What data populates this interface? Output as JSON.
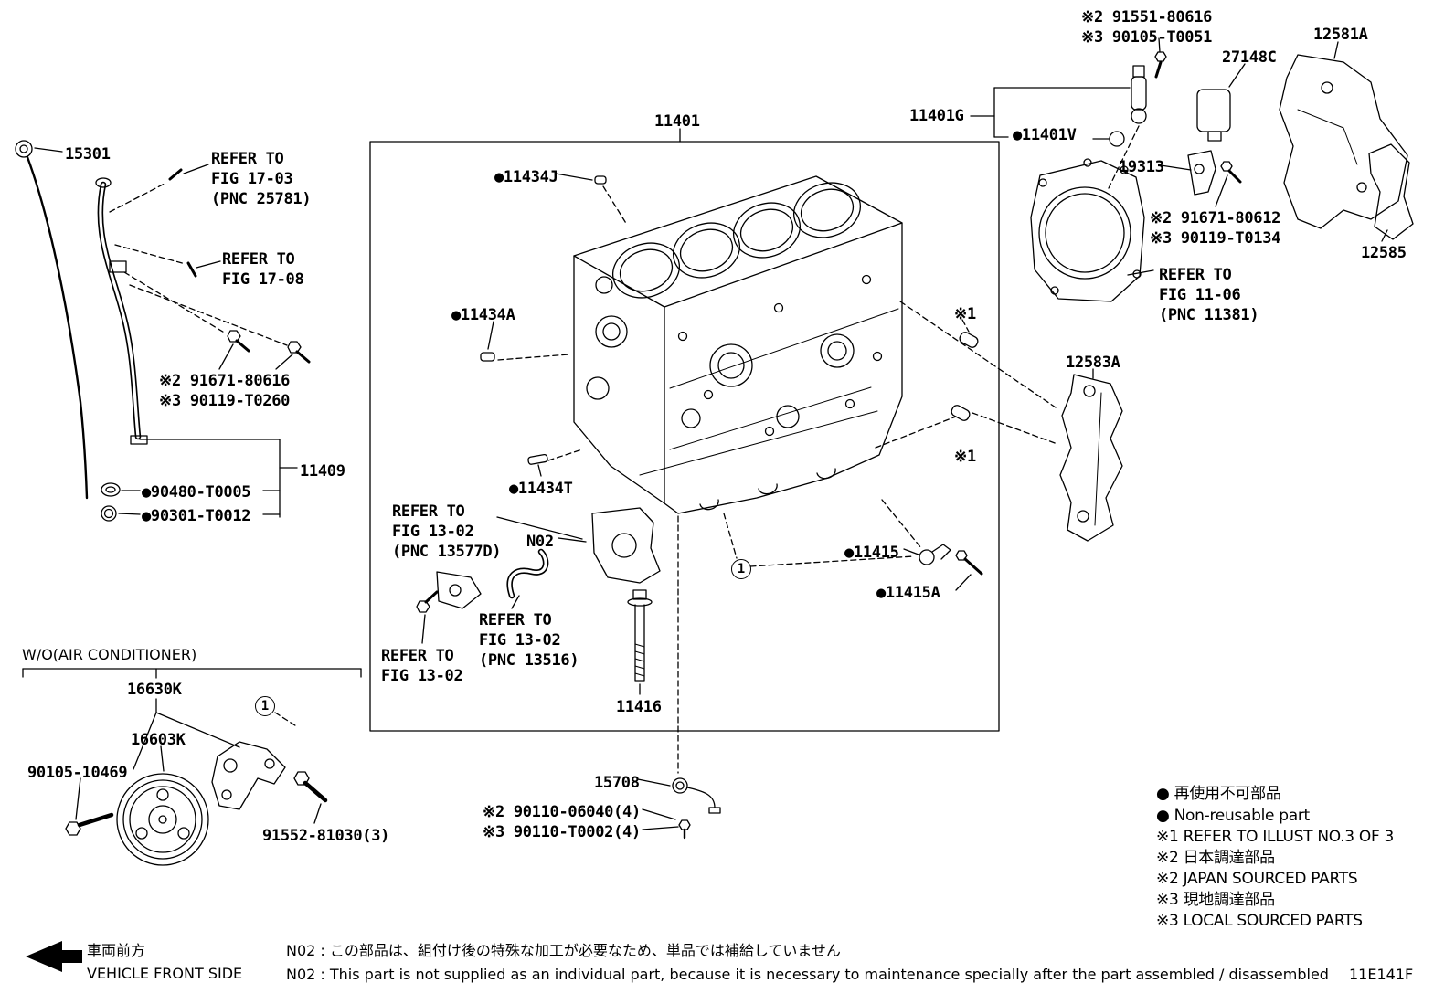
{
  "labels": {
    "ref_91551": "※2 91551-80616\n※3 90105-T0051",
    "p27148C": "27148C",
    "p12581A": "12581A",
    "p11401": "11401",
    "p11401G": "11401G",
    "p11401V": "●11401V",
    "p19313": "19313",
    "ref_91671_t0134": "※2 91671-80612\n※3 90119-T0134",
    "p12585": "12585",
    "ref_fig1106": "REFER TO\nFIG 11-06\n(PNC 11381)",
    "p15301": "15301",
    "ref_fig1703": "REFER TO\nFIG 17-03\n(PNC 25781)",
    "ref_fig1708": "REFER TO\nFIG 17-08",
    "p11434J": "●11434J",
    "p11434A": "●11434A",
    "ref_91671_t0260": "※2 91671-80616\n※3 90119-T0260",
    "p11409": "11409",
    "p90480": "●90480-T0005",
    "p90301": "●90301-T0012",
    "p11434T": "●11434T",
    "ref_fig1302_13577D": "REFER TO\nFIG 13-02\n(PNC 13577D)",
    "n02": "N02",
    "star1": "※1",
    "p12583A": "12583A",
    "p11415": "●11415",
    "p11415A": "●11415A",
    "ref_fig1302_13516": "REFER TO\nFIG 13-02\n(PNC 13516)",
    "ref_fig1302": "REFER TO\nFIG 13-02",
    "p11416": "11416",
    "wo_ac": "W/O(AIR CONDITIONER)",
    "p16630K": "16630K",
    "p16603K": "16603K",
    "p90105_10469": "90105-10469",
    "p91552": "91552-81030(3)",
    "p15708": "15708",
    "ref_90110": "※2 90110-06040(4)\n※3 90110-T0002(4)"
  },
  "markers": {
    "circle1": "1"
  },
  "legend": {
    "jp_nonreusable": "● 再使用不可部品",
    "en_nonreusable": "● Non-reusable part",
    "star1_note": "※1 REFER TO ILLUST NO.3 OF 3",
    "jp_japan": "※2 日本調達部品",
    "en_japan": "※2 JAPAN SOURCED PARTS",
    "jp_local": "※3 現地調達部品",
    "en_local": "※3 LOCAL SOURCED PARTS"
  },
  "footer": {
    "front_jp": "車両前方",
    "front_en": "VEHICLE FRONT SIDE",
    "note_jp": "N02 : この部品は、組付け後の特殊な加工が必要なため、単品では補給していません",
    "note_en": "N02 : This part is not supplied as an individual part, because it is necessary to maintenance specially after the part assembled / disassembled",
    "doc_code": "11E141F"
  }
}
